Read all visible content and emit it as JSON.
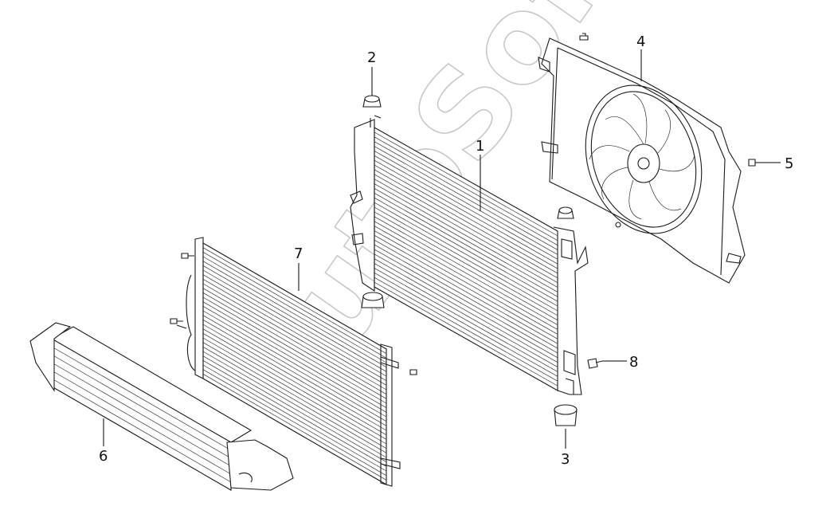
{
  "watermark": "AutoSoft",
  "callouts": [
    {
      "id": "1",
      "label": "1"
    },
    {
      "id": "2",
      "label": "2"
    },
    {
      "id": "3",
      "label": "3"
    },
    {
      "id": "4",
      "label": "4"
    },
    {
      "id": "5",
      "label": "5"
    },
    {
      "id": "6",
      "label": "6"
    },
    {
      "id": "7",
      "label": "7"
    },
    {
      "id": "8",
      "label": "8"
    }
  ],
  "colors": {
    "line": "#1a1a1a",
    "watermark": "#c8c8c8",
    "background": "#ffffff"
  }
}
